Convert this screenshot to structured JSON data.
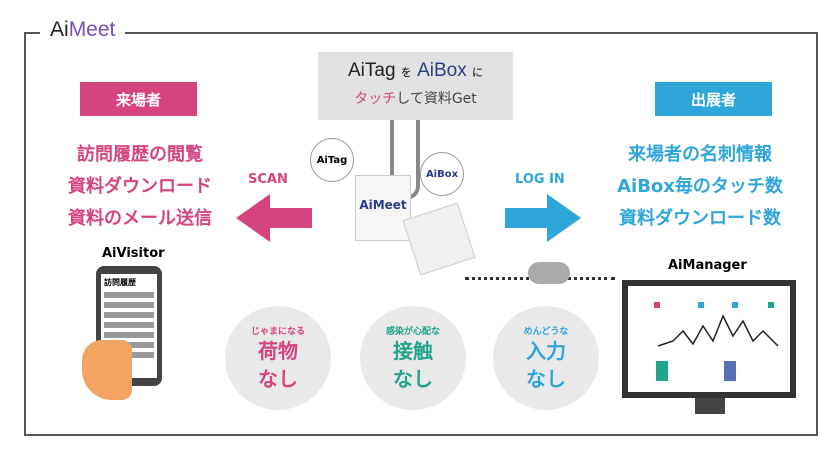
{
  "title": {
    "prefix": "Ai",
    "suffix": "Meet"
  },
  "speech": {
    "tag": "AiTag",
    "wo": "を",
    "box": "AiBox",
    "ni": "に",
    "touch": "タッチ",
    "rest": "して資料Get"
  },
  "visitor": {
    "label": "来場者",
    "lines": [
      "訪問履歴の閲覧",
      "資料ダウンロード",
      "資料のメール送信"
    ],
    "action": "SCAN",
    "app": "AiVisitor",
    "phone_header": "訪問履歴"
  },
  "exhibitor": {
    "label": "出展者",
    "lines": [
      "来場者の名刺情報",
      "AiBox毎のタッチ数",
      "資料ダウンロード数"
    ],
    "action": "LOG IN",
    "app": "AiManager"
  },
  "devices": {
    "tag_bubble": "AiTag",
    "box_bubble": "AiBox",
    "badge": "AiMeet"
  },
  "benefits": [
    {
      "small": "じゃまになる",
      "big1": "荷物",
      "big2": "なし"
    },
    {
      "small": "感染が心配な",
      "big1": "接触",
      "big2": "なし"
    },
    {
      "small": "めんどうな",
      "big1": "入力",
      "big2": "なし"
    }
  ],
  "colors": {
    "pink": "#d6447f",
    "blue": "#2fa6d9",
    "teal": "#22a38c"
  }
}
